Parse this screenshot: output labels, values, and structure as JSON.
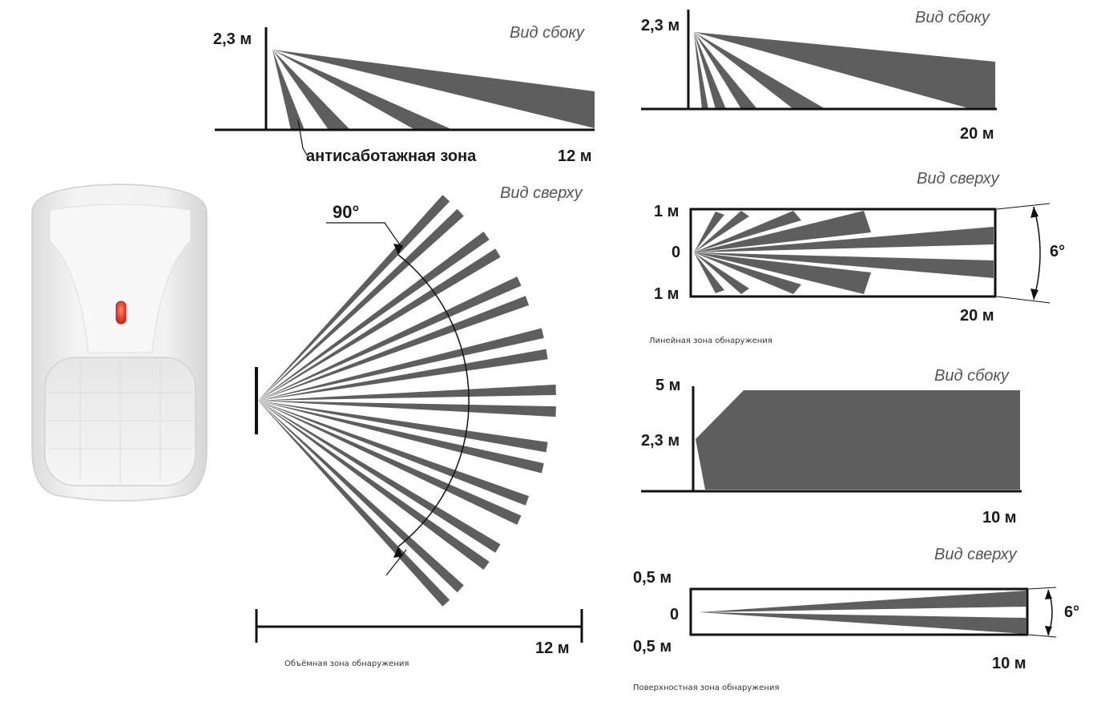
{
  "left_panel": {
    "side_view": {
      "title": "Вид сбоку",
      "height_label": "2,3 м",
      "range_label": "12 м",
      "anti_sabotage_label": "антисаботажная зона"
    },
    "top_view": {
      "title": "Вид сверху",
      "angle_label": "90°",
      "range_label": "12 м"
    },
    "caption": "Объёмная зона обнаружения"
  },
  "linear_zone": {
    "side_view": {
      "title": "Вид сбоку",
      "height_label": "2,3 м",
      "range_label": "20 м"
    },
    "top_view": {
      "title": "Вид сверху",
      "top_label": "1 м",
      "center_label": "0",
      "bottom_label": "1 м",
      "range_label": "20 м",
      "angle_label": "6°"
    },
    "caption": "Линейная зона обнаружения"
  },
  "surface_zone": {
    "side_view": {
      "title": "Вид сбоку",
      "top_label": "5 м",
      "height_label": "2,3 м",
      "range_label": "10 м"
    },
    "top_view": {
      "title": "Вид сверху",
      "top_label": "0,5 м",
      "center_label": "0",
      "bottom_label": "0,5 м",
      "range_label": "10 м",
      "angle_label": "6°"
    },
    "caption": "Поверхностная зона обнаружения"
  },
  "colors": {
    "beam": "#5e5e5e",
    "axis": "#111111",
    "device_body": "#ececec",
    "led": "#e8321e"
  }
}
